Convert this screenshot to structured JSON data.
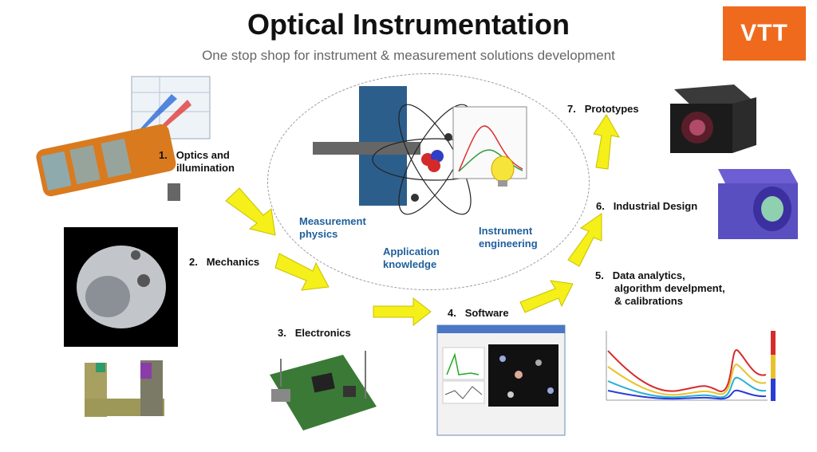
{
  "slide": {
    "title": "Optical Instrumentation",
    "subtitle": "One stop shop for instrument & measurement solutions development",
    "logo": "VTT",
    "steps": [
      {
        "num": "1.",
        "label_lines": [
          "Optics and",
          "illumination"
        ]
      },
      {
        "num": "2.",
        "label_lines": [
          "Mechanics"
        ]
      },
      {
        "num": "3.",
        "label_lines": [
          "Electronics"
        ]
      },
      {
        "num": "4.",
        "label_lines": [
          "Software"
        ]
      },
      {
        "num": "5.",
        "label_lines": [
          "Data analytics,",
          "algorithm develpment,",
          "& calibrations"
        ]
      },
      {
        "num": "6.",
        "label_lines": [
          "Industrial Design"
        ]
      },
      {
        "num": "7.",
        "label_lines": [
          "Prototypes"
        ]
      }
    ],
    "core_labels": [
      [
        "Measurement",
        "physics"
      ],
      [
        "Application",
        "knowledge"
      ],
      [
        "Instrument",
        "engineering"
      ]
    ],
    "colors": {
      "accent": "#f06a1e",
      "core_text": "#1f5f9b",
      "arrow": "#f5ef1a"
    }
  }
}
